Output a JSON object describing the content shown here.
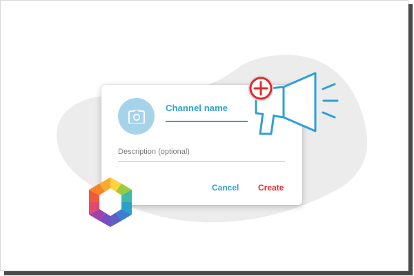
{
  "dialog": {
    "channel_name_label": "Channel name",
    "description_placeholder": "Description (optional)",
    "cancel_label": "Cancel",
    "create_label": "Create"
  },
  "icons": {
    "avatar": "camera-icon",
    "add_badge": "plus-circle-icon",
    "megaphone": "megaphone-icon",
    "logo": "hexagon-logo"
  },
  "colors": {
    "accent": "#2e9fd8",
    "create": "#e8262c",
    "avatar_bg": "#a7d3ea",
    "blob": "#ececec"
  }
}
